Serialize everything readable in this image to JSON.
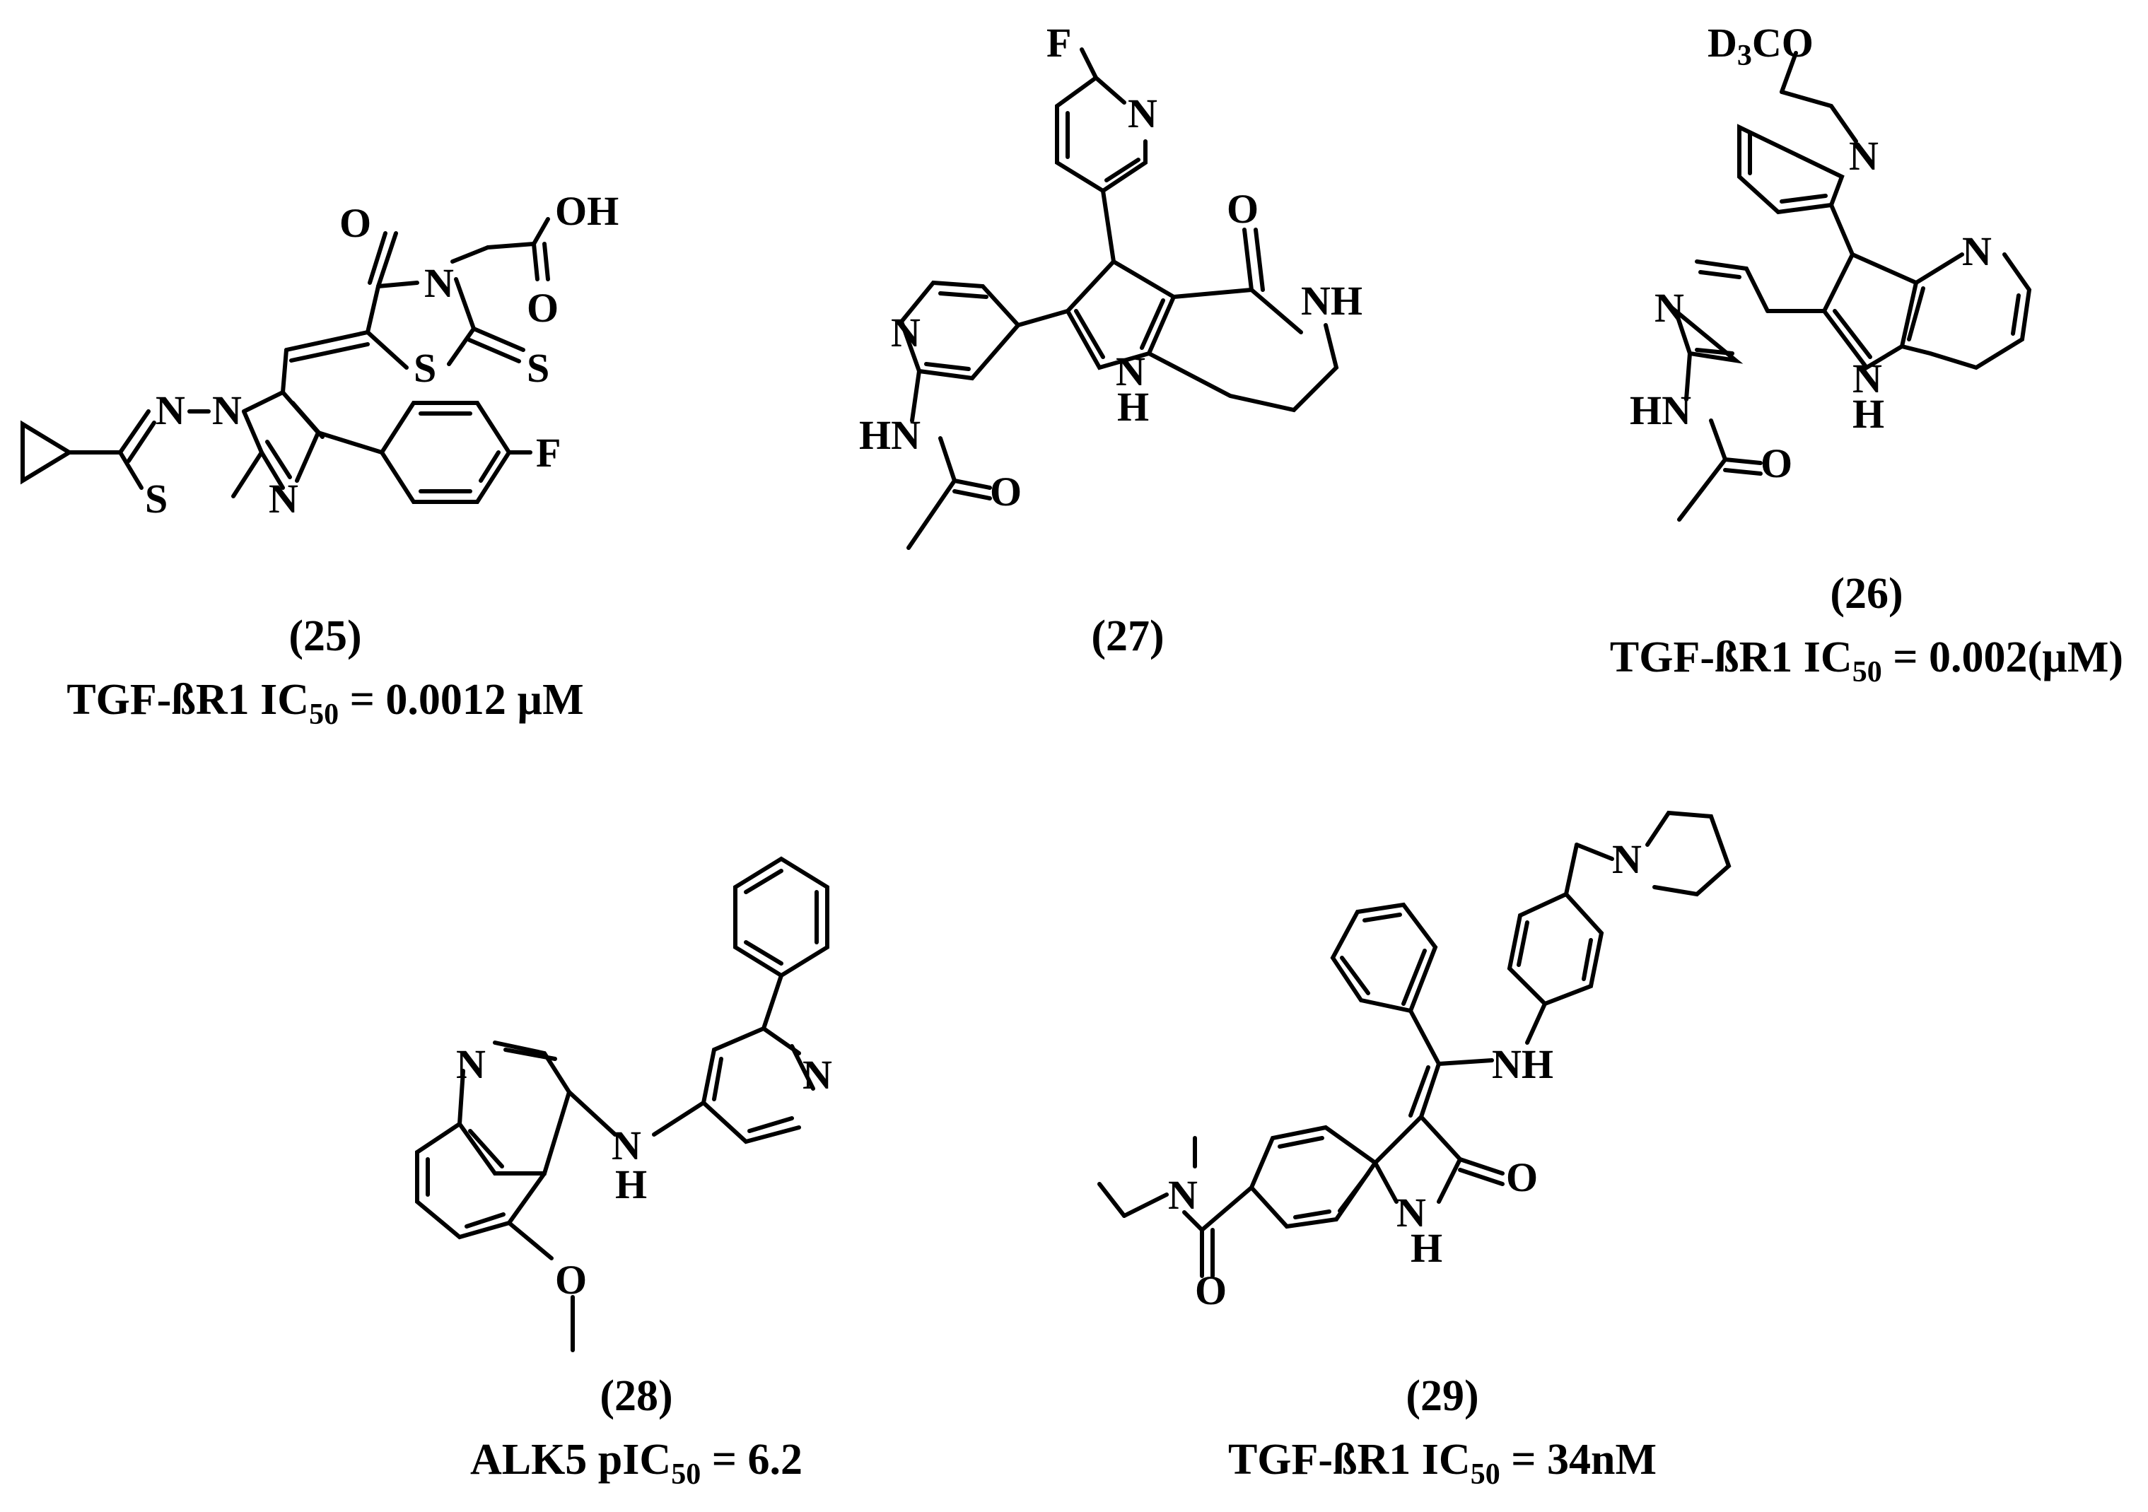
{
  "compounds": [
    {
      "id": "(25)",
      "activity_prefix": "TGF-ßR1 IC",
      "activity_sub": "50",
      "activity_suffix": " = 0.0012 µM",
      "atoms": [
        "O",
        "OH",
        "O",
        "N",
        "S",
        "S",
        "N",
        "N",
        "S",
        "N",
        "F"
      ]
    },
    {
      "id": "(27)",
      "atoms": [
        "F",
        "N",
        "O",
        "NH",
        "N",
        "H",
        "N",
        "HN",
        "O"
      ]
    },
    {
      "id": "(26)",
      "activity_prefix": "TGF-ßR1 IC",
      "activity_sub": "50",
      "activity_suffix": " = 0.002(µM)",
      "methoxy_pre": "D",
      "methoxy_sub": "3",
      "methoxy_post": "CO",
      "atoms": [
        "N",
        "N",
        "N",
        "N",
        "H",
        "HN",
        "O"
      ]
    },
    {
      "id": "(28)",
      "activity_prefix": "ALK5 pIC",
      "activity_sub": "50",
      "activity_suffix": " = 6.2",
      "atoms": [
        "N",
        "N",
        "N",
        "H",
        "O"
      ]
    },
    {
      "id": "(29)",
      "activity_prefix": "TGF-ßR1 IC",
      "activity_sub": "50",
      "activity_suffix": " = 34nM",
      "atoms": [
        "N",
        "NH",
        "N",
        "O",
        "N",
        "H",
        "O"
      ]
    }
  ]
}
